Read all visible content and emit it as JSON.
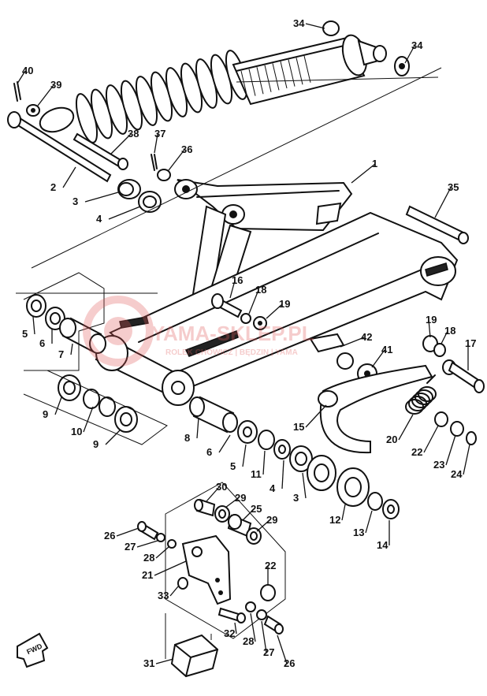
{
  "diagram": {
    "parts": [
      {
        "id": "34a",
        "label": "34"
      },
      {
        "id": "34b",
        "label": "34"
      },
      {
        "id": "40",
        "label": "40"
      },
      {
        "id": "39",
        "label": "39"
      },
      {
        "id": "38",
        "label": "38"
      },
      {
        "id": "37",
        "label": "37"
      },
      {
        "id": "36",
        "label": "36"
      },
      {
        "id": "2",
        "label": "2"
      },
      {
        "id": "3a",
        "label": "3"
      },
      {
        "id": "4a",
        "label": "4"
      },
      {
        "id": "1",
        "label": "1"
      },
      {
        "id": "35",
        "label": "35"
      },
      {
        "id": "16",
        "label": "16"
      },
      {
        "id": "18a",
        "label": "18"
      },
      {
        "id": "19a",
        "label": "19"
      },
      {
        "id": "5a",
        "label": "5"
      },
      {
        "id": "6a",
        "label": "6"
      },
      {
        "id": "7",
        "label": "7"
      },
      {
        "id": "19b",
        "label": "19"
      },
      {
        "id": "18b",
        "label": "18"
      },
      {
        "id": "17",
        "label": "17"
      },
      {
        "id": "42",
        "label": "42"
      },
      {
        "id": "41",
        "label": "41"
      },
      {
        "id": "9a",
        "label": "9"
      },
      {
        "id": "10",
        "label": "10"
      },
      {
        "id": "9b",
        "label": "9"
      },
      {
        "id": "8",
        "label": "8"
      },
      {
        "id": "6b",
        "label": "6"
      },
      {
        "id": "5b",
        "label": "5"
      },
      {
        "id": "11",
        "label": "11"
      },
      {
        "id": "15",
        "label": "15"
      },
      {
        "id": "20",
        "label": "20"
      },
      {
        "id": "22a",
        "label": "22"
      },
      {
        "id": "23",
        "label": "23"
      },
      {
        "id": "24",
        "label": "24"
      },
      {
        "id": "4b",
        "label": "4"
      },
      {
        "id": "3b",
        "label": "3"
      },
      {
        "id": "12",
        "label": "12"
      },
      {
        "id": "13",
        "label": "13"
      },
      {
        "id": "14",
        "label": "14"
      },
      {
        "id": "30",
        "label": "30"
      },
      {
        "id": "29a",
        "label": "29"
      },
      {
        "id": "25",
        "label": "25"
      },
      {
        "id": "29b",
        "label": "29"
      },
      {
        "id": "26a",
        "label": "26"
      },
      {
        "id": "27a",
        "label": "27"
      },
      {
        "id": "28a",
        "label": "28"
      },
      {
        "id": "21",
        "label": "21"
      },
      {
        "id": "22b",
        "label": "22"
      },
      {
        "id": "33",
        "label": "33"
      },
      {
        "id": "32",
        "label": "32"
      },
      {
        "id": "28b",
        "label": "28"
      },
      {
        "id": "27b",
        "label": "27"
      },
      {
        "id": "26b",
        "label": "26"
      },
      {
        "id": "31",
        "label": "31"
      }
    ],
    "fwd_label": "FWD"
  },
  "watermark": {
    "brand": "YAMA-SKLEP.PL",
    "subline": "ROLEK CHOWICZ | BĘDZIN | YAMA",
    "color": "#e05a5a"
  }
}
